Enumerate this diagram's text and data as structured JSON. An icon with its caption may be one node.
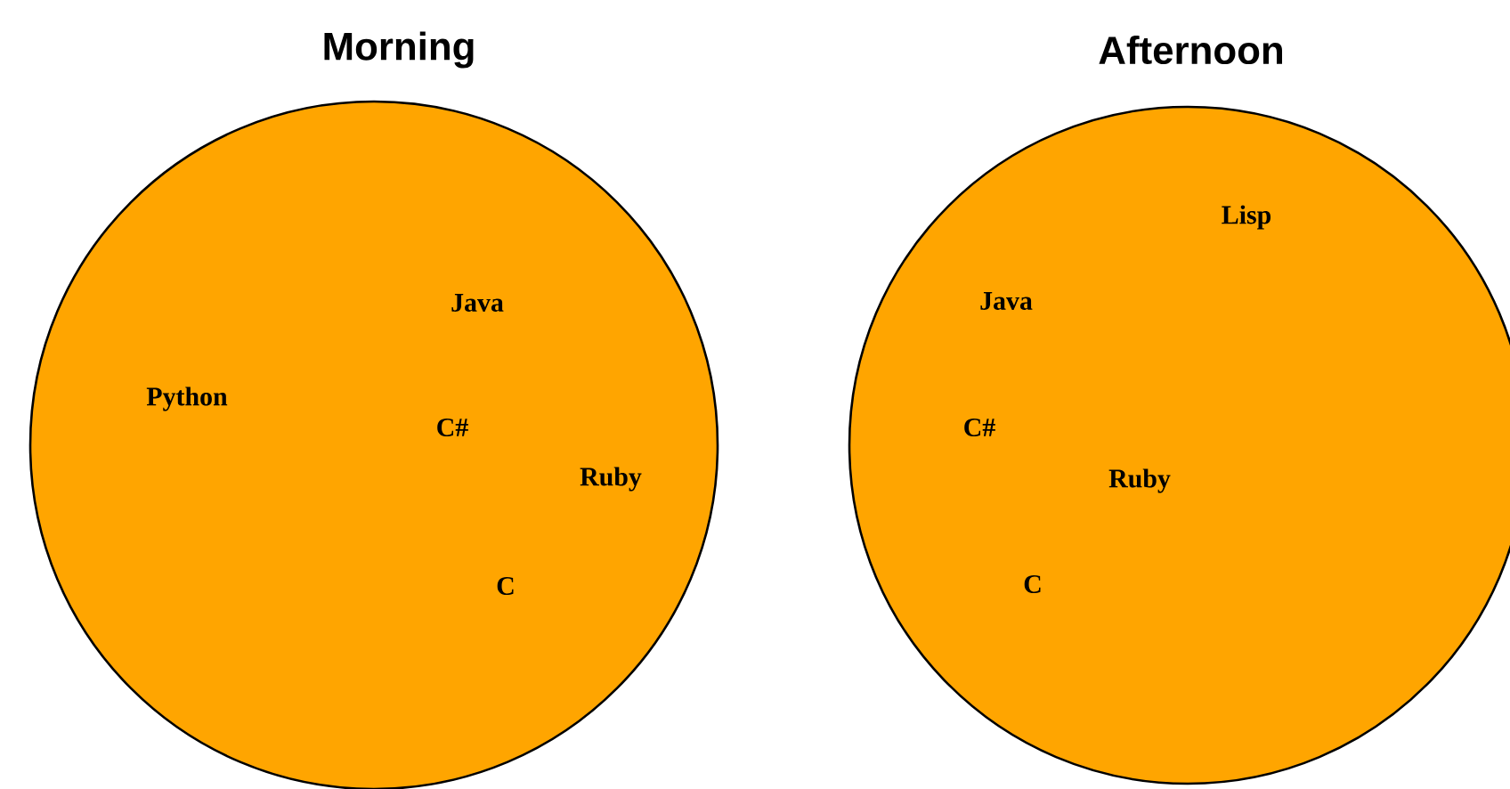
{
  "diagram": {
    "nodes": [
      {
        "text": [
          "Morning",
          "Java",
          "Python",
          "C#",
          "Ruby",
          "C"
        ]
      },
      {
        "text": [
          "Afternoon",
          "Lisp",
          "Java",
          "C#",
          "Ruby",
          "C"
        ]
      }
    ]
  }
}
